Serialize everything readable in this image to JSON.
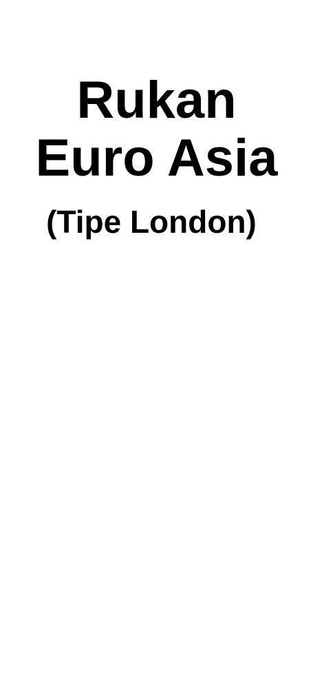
{
  "title": {
    "line1": "Rukan",
    "line2": "Euro Asia"
  },
  "subtitle": "(Tipe London)"
}
